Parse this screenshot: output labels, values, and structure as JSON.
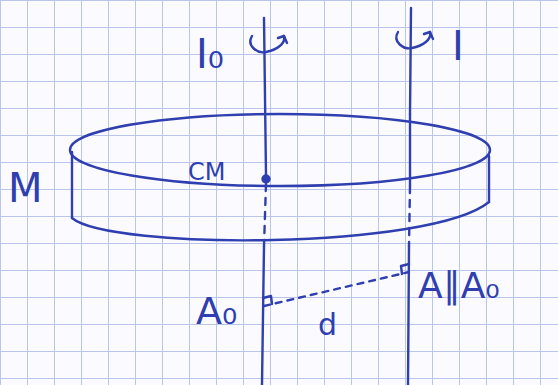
{
  "diagram": {
    "labels": [
      "I₀",
      "I",
      "M",
      "CM",
      "A₀",
      "A∥A₀",
      "d"
    ]
  }
}
